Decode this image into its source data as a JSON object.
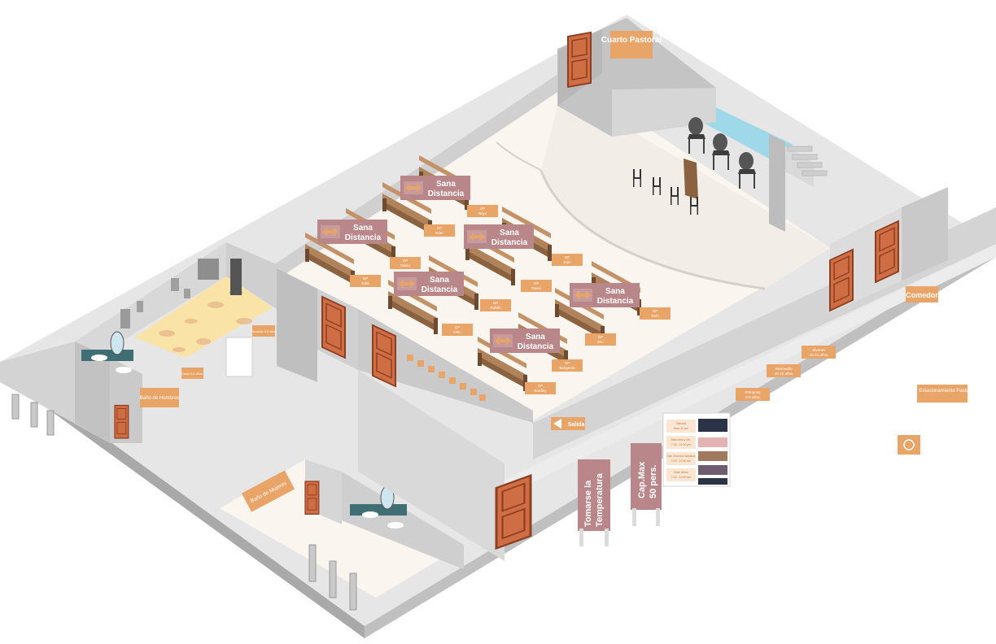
{
  "colors": {
    "wall_top": "#e2e2e2",
    "wall_left": "#b3b3b3",
    "wall_right": "#c7c7c7",
    "floor": "#faf5ef",
    "sign_orange": "#e9a467",
    "sign_mauve": "#b98789",
    "pew": "#b0835a",
    "pew_dark": "#8a6240",
    "door": "#cf6d45",
    "pool": "#9fd8e8",
    "classroom_floor": "#fae3a6"
  },
  "rooms": {
    "pastoral": "Cuarto Pastoral",
    "dining": "Comedor",
    "mens_bath": "Baño de Hombres",
    "womens_bath": "Baño de Mujeres",
    "exit": "Salida",
    "parking": "Estacionamiento Pastor"
  },
  "sana_signs": [
    {
      "l1": "Sana",
      "l2": "Distancia"
    },
    {
      "l1": "Sana",
      "l2": "Distancia"
    },
    {
      "l1": "Sana",
      "l2": "Distancia"
    },
    {
      "l1": "Sana",
      "l2": "Distancia"
    },
    {
      "l1": "Sana",
      "l2": "Distancia"
    },
    {
      "l1": "Sana",
      "l2": "Distancia"
    }
  ],
  "gp_tags": [
    {
      "gp": "GP",
      "name": "Rūyo"
    },
    {
      "gp": "GP",
      "name": "Eder"
    },
    {
      "gp": "GP",
      "name": "David"
    },
    {
      "gp": "GP",
      "name": "Eddi"
    },
    {
      "gp": "GP",
      "name": "Edin"
    },
    {
      "gp": "GP",
      "name": "David"
    },
    {
      "gp": "GP",
      "name": "Rubén"
    },
    {
      "gp": "GP",
      "name": "Orlin"
    },
    {
      "gp": "GP",
      "name": "Josh"
    },
    {
      "gp": "GP",
      "name": "Elin"
    },
    {
      "gp": "GP",
      "name": "Benjamín"
    },
    {
      "gp": "GP",
      "name": "Bradley"
    }
  ],
  "classes": [
    {
      "name": "Jóvenes",
      "ages": "16-21 años"
    },
    {
      "name": "Intermedio",
      "ages": "10-15 años"
    },
    {
      "name": "Primarios",
      "ages": "6-9 años"
    }
  ],
  "kids_labels": {
    "cuna": "Cuna 0-2 años",
    "parvulos": "Párvulos 3-5 años"
  },
  "signs": {
    "temp_l1": "Tomarse la",
    "temp_l2": "Temperatura",
    "cap_l1": "Cap.Max",
    "cap_l2": "50 pers."
  },
  "schedule": [
    {
      "day": "Sábado",
      "time": "9am-12 pm"
    },
    {
      "day": "Miércoles y Vie.",
      "time": "7:00 - 21:00 pm"
    },
    {
      "day": "Sáb. Escuela Sabática",
      "time": "7:00 - 10:30 am"
    },
    {
      "day": "Culto divino",
      "time": "7:00 - 10:30 am"
    }
  ]
}
